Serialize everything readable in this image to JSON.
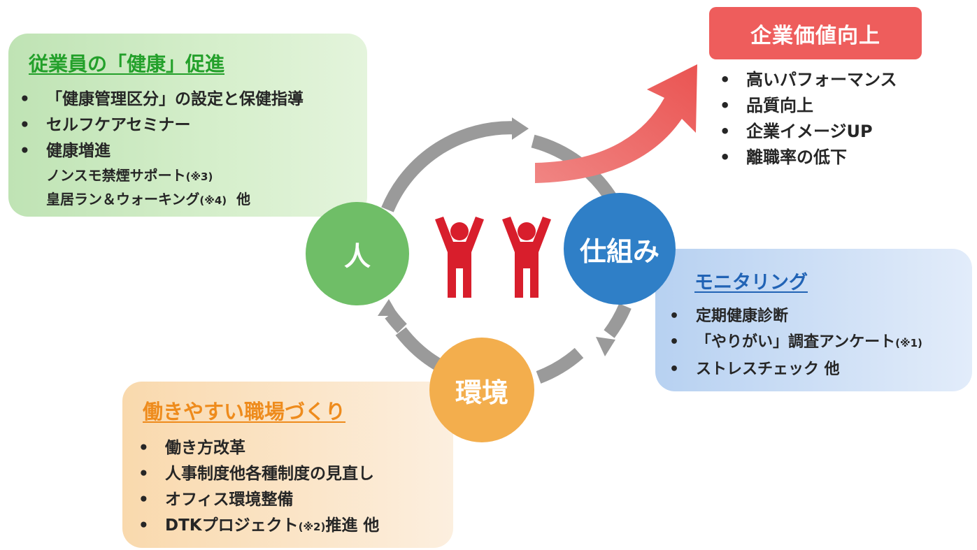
{
  "value": {
    "title": "企業価値向上",
    "items": [
      "高いパフォーマンス",
      "品質向上",
      "企業イメージUP",
      "離職率の低下"
    ]
  },
  "health": {
    "title": "従業員の「健康」促進",
    "items": [
      "「健康管理区分」の設定と保健指導",
      "セルフケアセミナー",
      "健康増進"
    ],
    "sub1_text": "ノンスモ禁煙サポート",
    "sub1_note": "(※3)",
    "sub2_text": "皇居ラン＆ウォーキング",
    "sub2_note": "(※4)",
    "sub2_suffix": "他"
  },
  "monitor": {
    "title": "モニタリング",
    "items": [
      "定期健康診断",
      "「やりがい」調査アンケート",
      "ストレスチェック 他"
    ],
    "item2_note": "(※1)"
  },
  "env": {
    "title": "働きやすい職場づくり",
    "items": [
      "働き方改革",
      "人事制度他各種制度の見直し",
      "オフィス環境整備",
      "DTKプロジェクト"
    ],
    "item4_note": "(※2)",
    "item4_suffix": "推進 他"
  },
  "circles": {
    "person": "人",
    "system": "仕組み",
    "environment": "環境"
  },
  "bullet": "•",
  "colors": {
    "health_green": "#23a02a",
    "monitor_blue": "#2163b5",
    "env_orange": "#ee8b1c",
    "value_red": "#ee5d5c",
    "figure_red": "#d81e2c",
    "cycle_gray": "#9a9a9a"
  }
}
